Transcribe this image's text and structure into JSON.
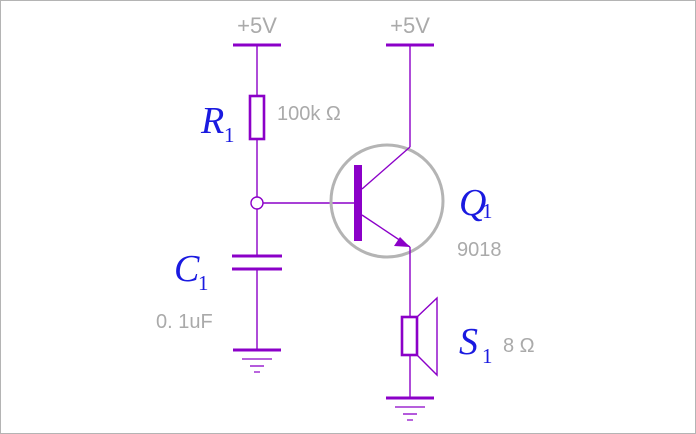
{
  "supplies": {
    "left": "+5V",
    "right": "+5V"
  },
  "r1": {
    "letter": "R",
    "sub": "1",
    "value": "100k Ω"
  },
  "c1": {
    "letter": "C",
    "sub": "1",
    "value": "0. 1uF"
  },
  "q1": {
    "letter": "Q",
    "sub": "1",
    "value": "9018"
  },
  "s1": {
    "letter": "S",
    "sub": "1",
    "value": "8 Ω"
  },
  "colors": {
    "wire": "#8b00c8",
    "label_gray": "#aaaaaa",
    "ref_blue": "#1a1ae0",
    "circle_gray": "#b4b4b4"
  }
}
